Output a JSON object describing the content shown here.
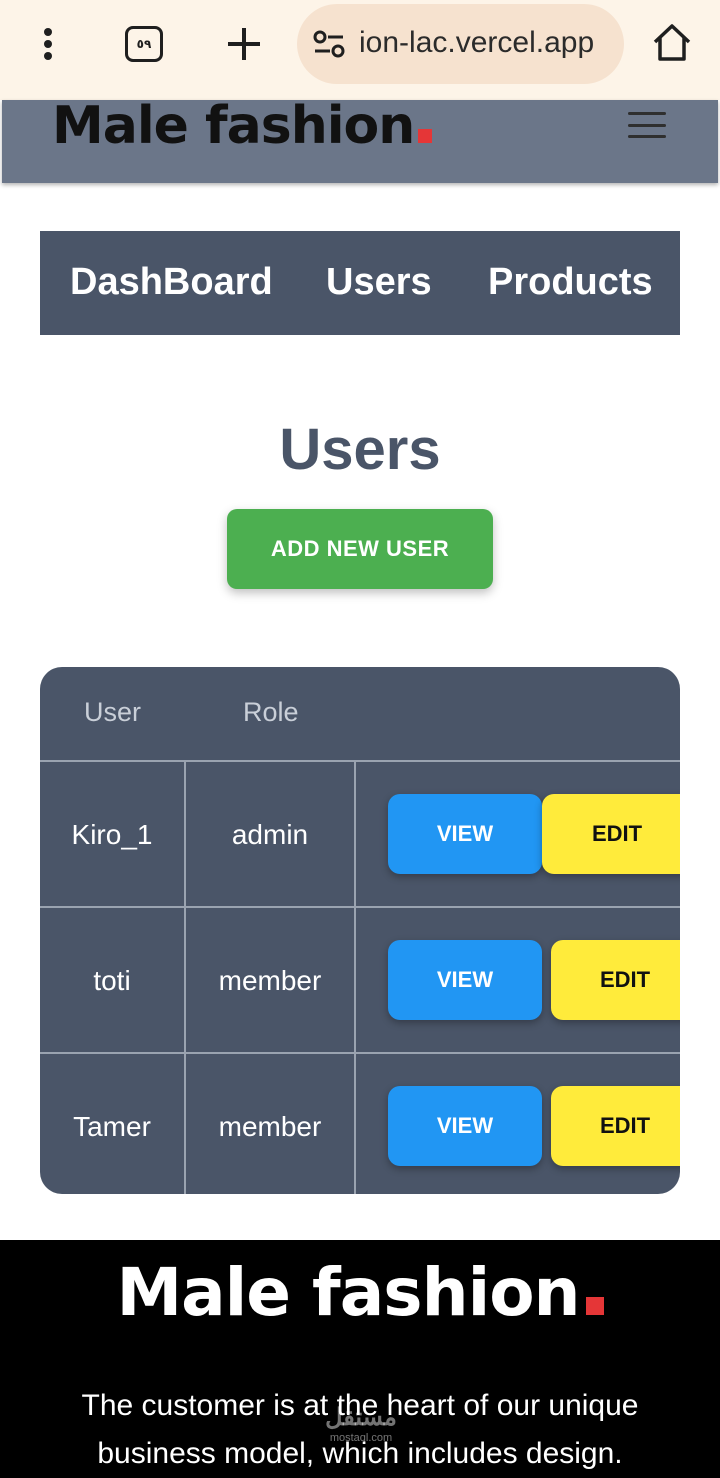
{
  "browser": {
    "tabs_count": "٥٩",
    "url": "ion-lac.vercel.app"
  },
  "header": {
    "logo_text": "Male fashion"
  },
  "admin_nav": {
    "items": [
      "DashBoard",
      "Users",
      "Products"
    ]
  },
  "page": {
    "title": "Users",
    "add_button_label": "ADD NEW USER"
  },
  "table": {
    "columns": [
      "User",
      "Role"
    ],
    "rows": [
      {
        "user": "Kiro_1",
        "role": "admin",
        "view_label": "VIEW",
        "edit_label": "EDIT"
      },
      {
        "user": "toti",
        "role": "member",
        "view_label": "VIEW",
        "edit_label": "EDIT"
      },
      {
        "user": "Tamer",
        "role": "member",
        "view_label": "VIEW",
        "edit_label": "EDIT"
      }
    ]
  },
  "footer": {
    "logo_text": "Male fashion",
    "tagline": "The customer is at the heart of our unique business model, which includes design.",
    "watermark_text": "مستقل",
    "watermark_sub": "mostaql.com"
  },
  "colors": {
    "brand_accent": "#e53637",
    "nav_bg": "#4a5568",
    "header_bg": "#6b7689",
    "add_button": "#4caf50",
    "view_button": "#2196f3",
    "edit_button": "#ffeb3b"
  }
}
